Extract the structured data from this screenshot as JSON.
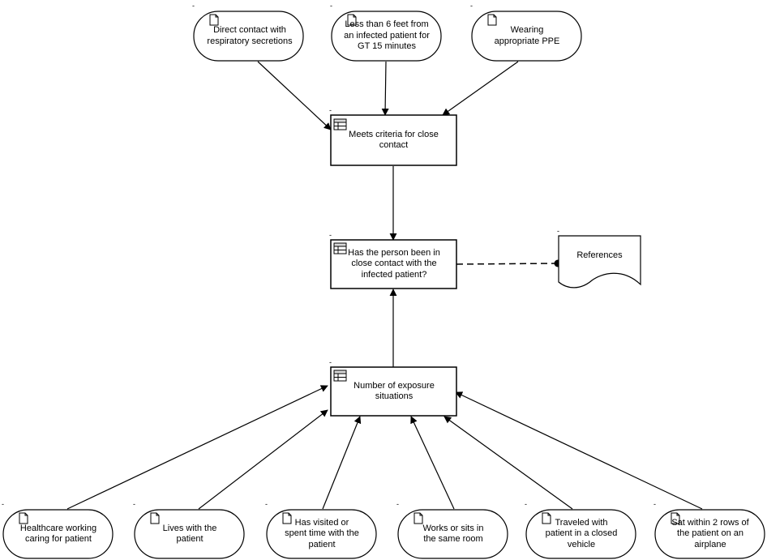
{
  "nodes": {
    "direct_contact": {
      "label": "Direct contact with respiratory secretions"
    },
    "less_than_6ft": {
      "label": "Less than 6 feet from an infected patient for GT 15 minutes"
    },
    "wearing_ppe": {
      "label": "Wearing appropriate PPE"
    },
    "meets_criteria": {
      "label": "Meets criteria for close contact"
    },
    "has_person_been": {
      "label": "Has the person been in close contact with the infected patient?"
    },
    "references": {
      "label": "References"
    },
    "number_exposure": {
      "label": "Number of exposure situations"
    },
    "healthcare": {
      "label": "Healthcare working caring for patient"
    },
    "lives_with": {
      "label": "Lives with the patient"
    },
    "has_visited": {
      "label": "Has visited or spent time with the patient"
    },
    "works_or_sits": {
      "label": "Works or sits in the same room"
    },
    "traveled": {
      "label": "Traveled with patient in a closed vehicle"
    },
    "sat_within": {
      "label": "Sat within 2 rows of the patient on an airplane"
    }
  },
  "colors": {
    "stroke": "#000000",
    "fill": "#ffffff",
    "icon_header": "#d9d9d9"
  },
  "icons": {
    "leaf_node": "document-icon",
    "inner_node": "table-icon"
  }
}
